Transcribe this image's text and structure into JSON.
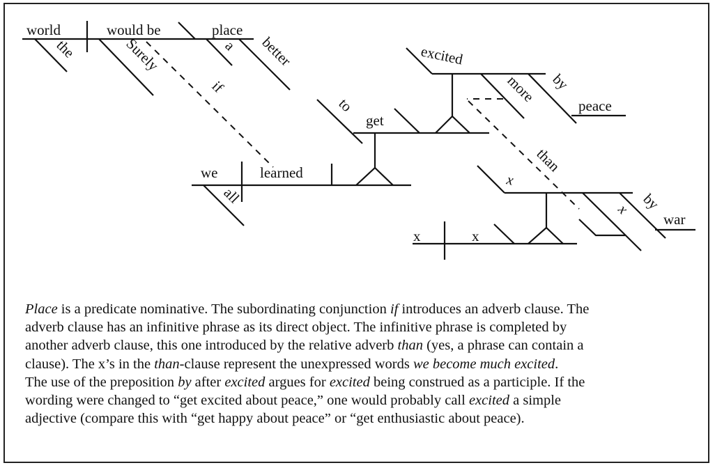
{
  "figure": {
    "type": "sentence-diagram",
    "sentence_words": {
      "subject": "world",
      "subject_modifier": "the",
      "verb": "would be",
      "verb_modifier": "Surely",
      "predicate_nominative": "place",
      "predicate_modifiers": [
        "a",
        "better"
      ],
      "conjunction_if": "if",
      "clause_subject": "we",
      "clause_subject_modifier": "all",
      "clause_verb": "learned",
      "infinitive_marker": "to",
      "infinitive_verb": "get",
      "complement": "excited",
      "complement_modifiers": [
        "more",
        "by"
      ],
      "prep_object": "peace",
      "relative_adverb": "than",
      "than_clause_x": [
        "x",
        "x",
        "x",
        "x"
      ],
      "than_by": "by",
      "than_prep_object": "war"
    }
  },
  "caption": {
    "lines": [
      [
        {
          "t": "Place",
          "i": true
        },
        {
          "t": " is a predicate nominative. The subordinating conjunction "
        },
        {
          "t": "if",
          "i": true
        },
        {
          "t": " introduces an adverb clause. The"
        }
      ],
      [
        {
          "t": "adverb clause has an infinitive phrase as its direct object. The infinitive phrase is completed by"
        }
      ],
      [
        {
          "t": "another adverb clause, this one introduced by the relative adverb "
        },
        {
          "t": "than",
          "i": true
        },
        {
          "t": " (yes, a phrase can contain a"
        }
      ],
      [
        {
          "t": "clause). The x’s in the "
        },
        {
          "t": "than",
          "i": true
        },
        {
          "t": "-clause represent the unexpressed words "
        },
        {
          "t": "we become much excited",
          "i": true
        },
        {
          "t": "."
        }
      ],
      [
        {
          "t": "The use of the preposition "
        },
        {
          "t": "by",
          "i": true
        },
        {
          "t": " after "
        },
        {
          "t": "excited",
          "i": true
        },
        {
          "t": " argues for "
        },
        {
          "t": "excited",
          "i": true
        },
        {
          "t": " being construed as a participle. If the"
        }
      ],
      [
        {
          "t": "wording were changed to “get excited about peace,” one would probably call "
        },
        {
          "t": "excited",
          "i": true
        },
        {
          "t": " a simple"
        }
      ],
      [
        {
          "t": "adjective (compare this with “get happy about peace” or “get enthusiastic about peace)."
        }
      ]
    ]
  }
}
